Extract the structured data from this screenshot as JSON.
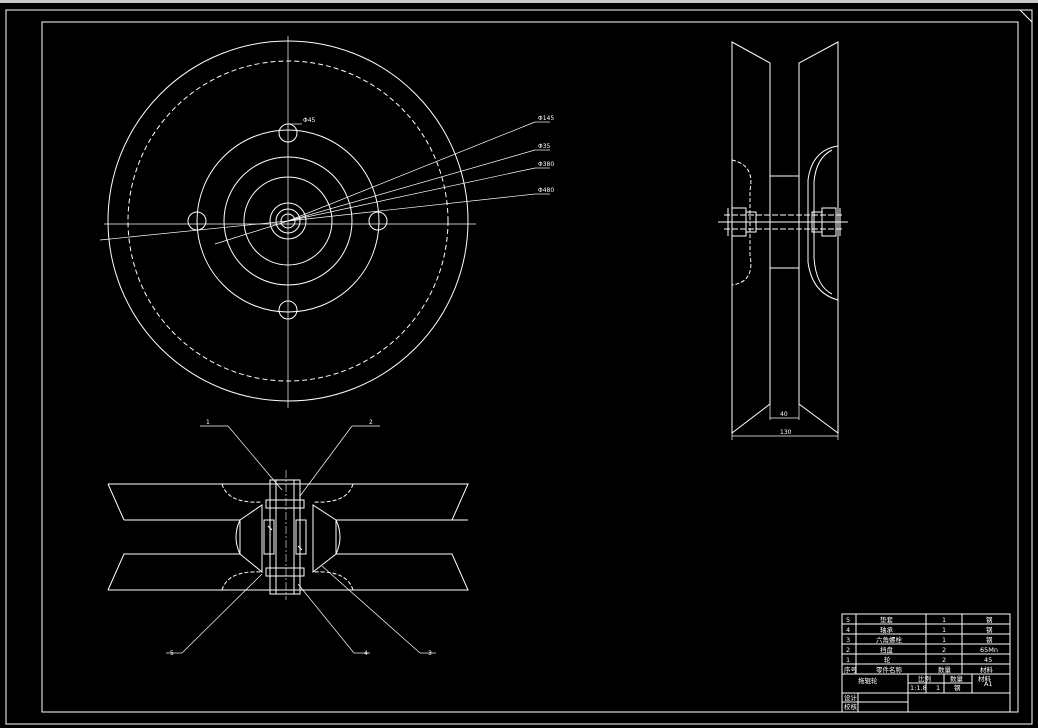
{
  "drawing": {
    "line_color": "#ffffff",
    "background": "#000000",
    "front_view": {
      "dims": [
        "Φ45",
        "Φ145",
        "Φ35",
        "Φ380",
        "Φ480"
      ]
    },
    "side_view": {
      "dims": [
        "40",
        "130"
      ]
    },
    "detail_view": {
      "callouts": [
        "1",
        "2",
        "3",
        "4",
        "5"
      ]
    },
    "title_block": {
      "rows": [
        {
          "no": "5",
          "name": "垫套",
          "qty": "1",
          "mat": "钢"
        },
        {
          "no": "4",
          "name": "轴承",
          "qty": "1",
          "mat": "钢"
        },
        {
          "no": "3",
          "name": "六角螺栓",
          "qty": "1",
          "mat": "钢"
        },
        {
          "no": "2",
          "name": "挡盘",
          "qty": "2",
          "mat": "65Mn"
        },
        {
          "no": "1",
          "name": "轮",
          "qty": "2",
          "mat": "45"
        }
      ],
      "header": {
        "no": "序号",
        "name": "零件名称",
        "qty": "数量",
        "mat": "材料"
      },
      "part_name": "拖辊轮",
      "scale_label": "比例",
      "scale": "1:1.8",
      "count_label": "数量",
      "count": "1",
      "material_label": "材料",
      "material": "钢",
      "sheet_size": "A1",
      "designer": "设计",
      "checker": "校核"
    }
  }
}
